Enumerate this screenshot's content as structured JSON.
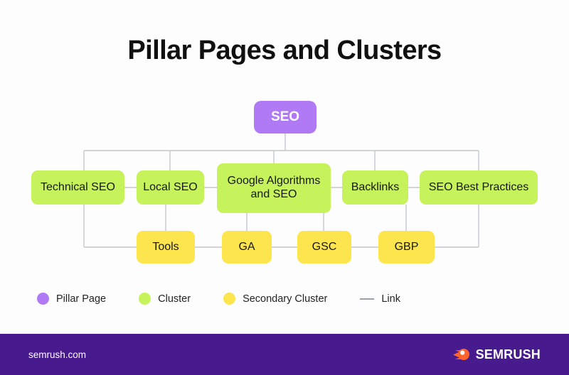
{
  "title": "Pillar Pages and Clusters",
  "diagram": {
    "pillar": {
      "label": "SEO"
    },
    "clusters": [
      {
        "label": "Technical SEO"
      },
      {
        "label": "Local SEO"
      },
      {
        "label": "Google Algorithms and SEO"
      },
      {
        "label": "Backlinks"
      },
      {
        "label": "SEO Best Practices"
      }
    ],
    "secondary": [
      {
        "label": "Tools"
      },
      {
        "label": "GA"
      },
      {
        "label": "GSC"
      },
      {
        "label": "GBP"
      }
    ]
  },
  "legend": [
    {
      "label": "Pillar Page",
      "marker": "dot",
      "color": "#b07af5"
    },
    {
      "label": "Cluster",
      "marker": "dot",
      "color": "#c6f25c"
    },
    {
      "label": "Secondary Cluster",
      "marker": "dot",
      "color": "#fce54d"
    },
    {
      "label": "Link",
      "marker": "line",
      "color": "#9aa0a6"
    }
  ],
  "footer": {
    "url": "semrush.com",
    "brand": "SEMRUSH",
    "brand_icon": "semrush-comet-icon",
    "brand_color": "#ff642d",
    "background": "#471a8e"
  },
  "colors": {
    "pillar": "#b07af5",
    "cluster": "#c6f25c",
    "secondary": "#fce54d",
    "link": "#c4c7cc",
    "canvas": "#fdfdfd",
    "text": "#171717"
  }
}
